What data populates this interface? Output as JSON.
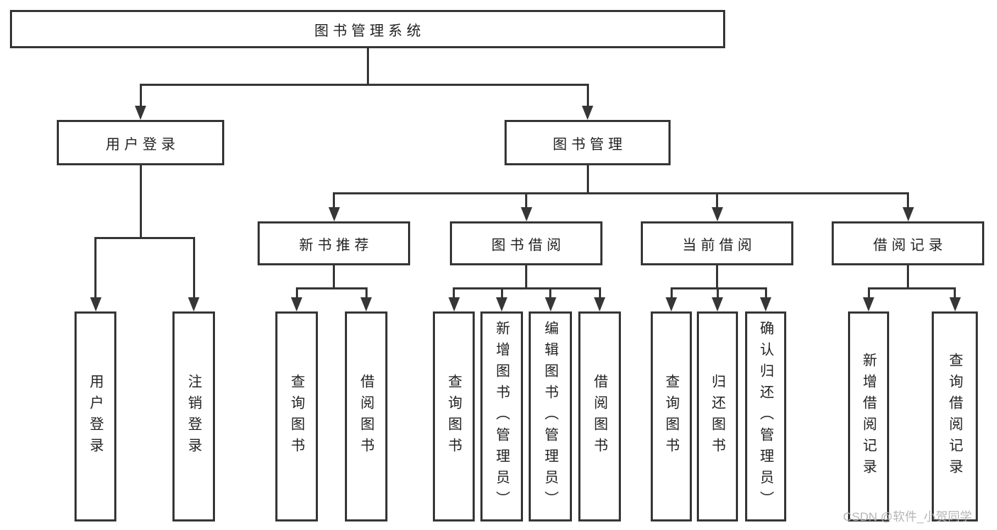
{
  "root": {
    "label": "图书管理系统"
  },
  "level1": [
    {
      "label": "用户登录",
      "children": [
        {
          "label": "用户登录"
        },
        {
          "label": "注销登录"
        }
      ]
    },
    {
      "label": "图书管理"
    }
  ],
  "level2": [
    {
      "label": "新书推荐",
      "children": [
        {
          "label": "查询图书"
        },
        {
          "label": "借阅图书"
        }
      ]
    },
    {
      "label": "图书借阅",
      "children": [
        {
          "label": "查询图书"
        },
        {
          "label": "新增图书（管理员）"
        },
        {
          "label": "编辑图书（管理员）"
        },
        {
          "label": "借阅图书"
        }
      ]
    },
    {
      "label": "当前借阅",
      "children": [
        {
          "label": "查询图书"
        },
        {
          "label": "归还图书"
        },
        {
          "label": "确认归还（管理员）"
        }
      ]
    },
    {
      "label": "借阅记录",
      "children": [
        {
          "label": "新增借阅记录"
        },
        {
          "label": "查询借阅记录"
        }
      ]
    }
  ],
  "watermark": {
    "text": "CSDN @软件_小贺同学"
  },
  "colors": {
    "line": "#363636",
    "text": "#222222",
    "watermark": "#b5b5b5",
    "background": "#ffffff"
  }
}
